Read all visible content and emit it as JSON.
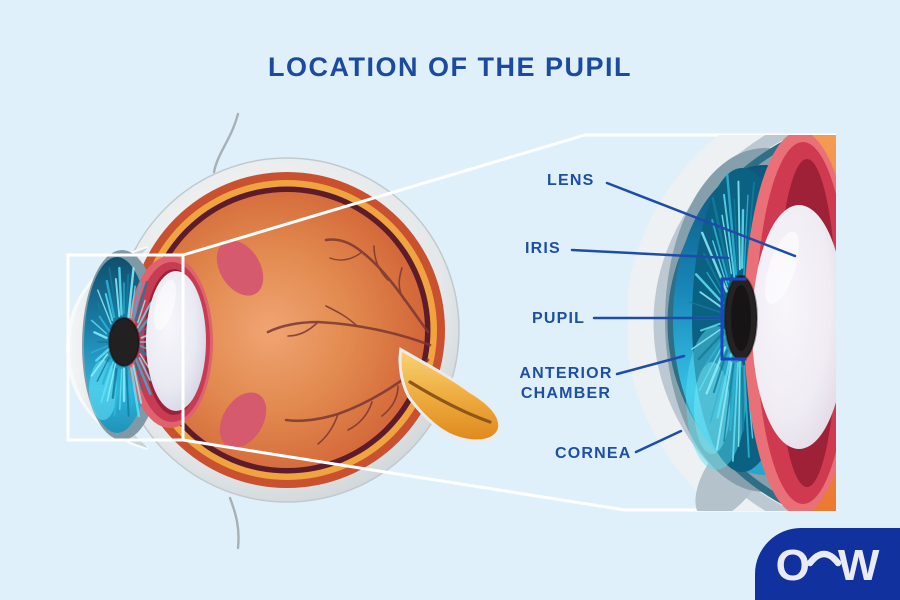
{
  "title": "LOCATION OF THE PUPIL",
  "labels": {
    "lens": "LENS",
    "iris": "IRIS",
    "pupil": "PUPIL",
    "anterior_chamber_line1": "ANTERIOR",
    "anterior_chamber_line2": "CHAMBER",
    "cornea": "CORNEA"
  },
  "logo": {
    "left_letter": "O",
    "right_letter": "W"
  },
  "colors": {
    "background": "#e0f0fb",
    "title_text": "#1b4a9f",
    "label_text": "#1d4fa4",
    "pointer_line": "#1d4cab",
    "callout_line": "#ffffff",
    "bracket_blue": "#1c45c0",
    "logo_bg": "#10319e",
    "logo_text": "#e9ecf8",
    "iris_cyan": "#2cb6da",
    "chamber_blue": "#1886b8",
    "sclera_gray": "#dfe3e5",
    "eyeball_orange": "#d4693a",
    "ring_amber": "#efa43f",
    "ring_maroon": "#5e1c2b",
    "vessel_red": "#7b3733",
    "optic_nerve_orange": "#e8952d",
    "lens_white": "#f3f1f8",
    "ciliary_red": "#cf3a50"
  }
}
